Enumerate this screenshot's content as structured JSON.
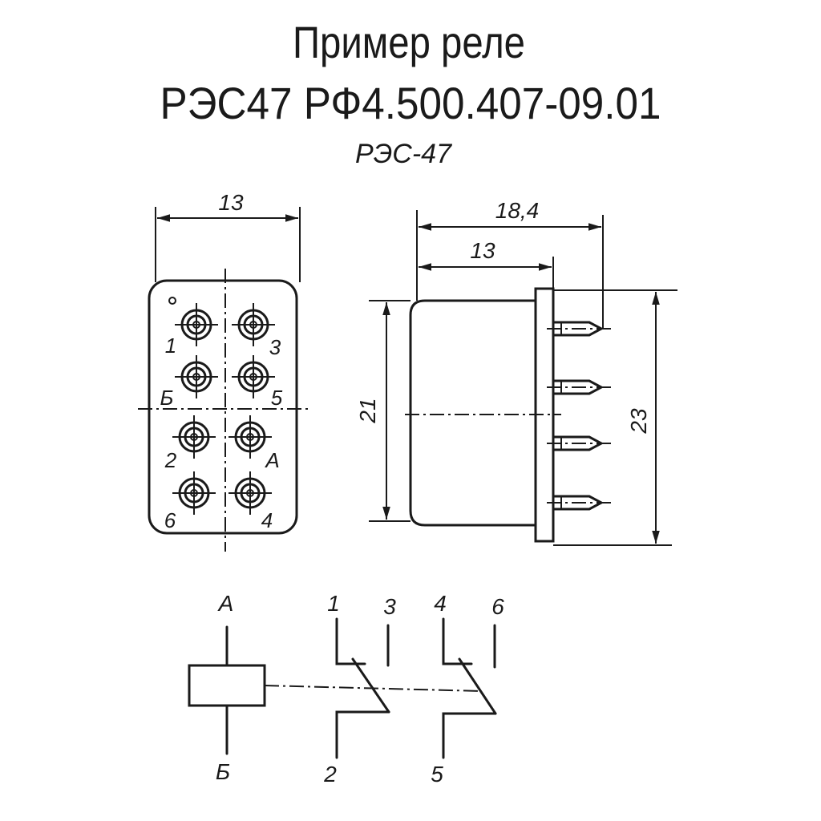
{
  "title": "Пример реле",
  "model_line": "РЭС47 РФ4.500.407-09.01",
  "subtitle": "РЭС-47",
  "front_view": {
    "width_dim": "13",
    "pin_labels": [
      "1",
      "3",
      "Б",
      "5",
      "2",
      "А",
      "6",
      "4"
    ]
  },
  "side_view": {
    "total_length_dim": "18,4",
    "body_length_dim": "13",
    "body_height_dim": "21",
    "flange_height_dim": "23"
  },
  "schematic": {
    "coil_top": "А",
    "coil_bottom": "Б",
    "group1": {
      "common": "1",
      "no": "3",
      "nc": "2"
    },
    "group2": {
      "common": "4",
      "no": "6",
      "nc": "5"
    }
  }
}
